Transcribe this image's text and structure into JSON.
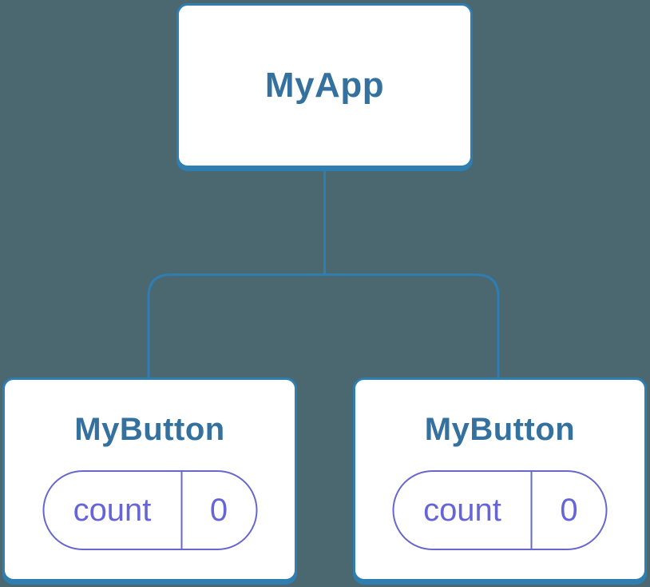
{
  "diagram": {
    "type": "component-tree",
    "colors": {
      "background": "#4B6770",
      "line": "#2E7EB2",
      "box_fill": "#FFFFFF",
      "component_name": "#35719F",
      "state_text": "#6565D9",
      "state_border": "#6767CE"
    },
    "root": {
      "name": "MyApp"
    },
    "children": [
      {
        "name": "MyButton",
        "state": {
          "key": "count",
          "value": "0"
        }
      },
      {
        "name": "MyButton",
        "state": {
          "key": "count",
          "value": "0"
        }
      }
    ]
  }
}
